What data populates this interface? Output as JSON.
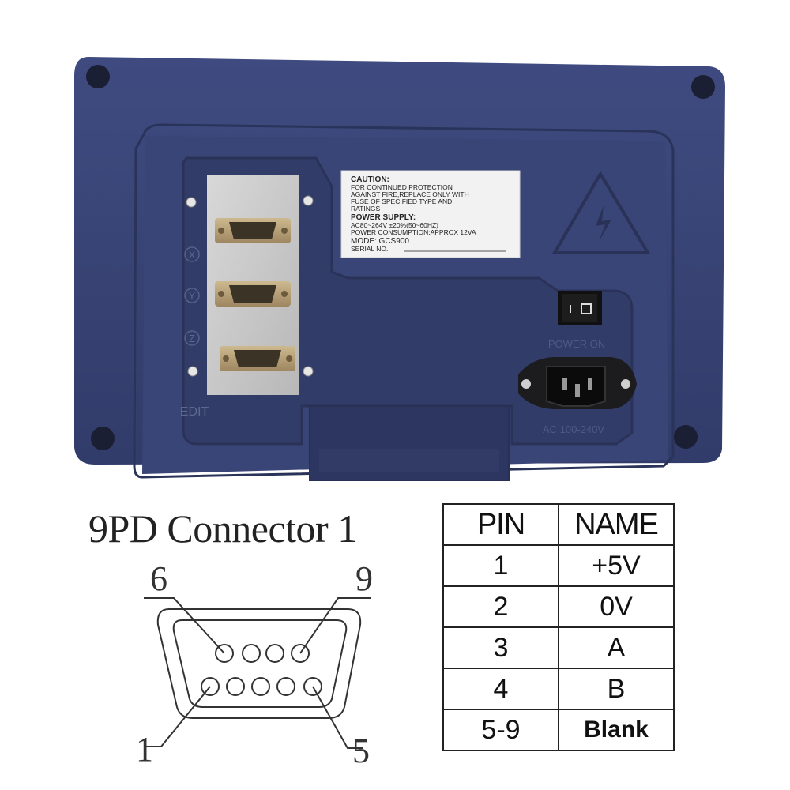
{
  "caution_label": {
    "heading": "CAUTION:",
    "lines": [
      "FOR CONTINUED PROTECTION",
      "AGAINST FIRE,REPLACE ONLY WITH",
      "FUSE OF SPECIFIED TYPE AND",
      "RATINGS"
    ],
    "power_heading": "POWER SUPPLY:",
    "power_lines": [
      "AC80~264V   ±20%(50~60HZ)",
      "POWER CONSUMPTION:APPROX 12VA"
    ],
    "model": "MODE: GCS900",
    "serial": "SERIAL NO.:"
  },
  "port_labels": [
    "X",
    "Y",
    "Z"
  ],
  "panel_marks": {
    "edit": "EDIT",
    "power_on": "POWER ON",
    "ac_rating": "AC 100-240V"
  },
  "connector_title": "9PD Connector 1",
  "pin_numbers": {
    "top_left": "6",
    "top_right": "9",
    "bottom_left": "1",
    "bottom_right": "5"
  },
  "pin_table": {
    "headers": [
      "PIN",
      "NAME"
    ],
    "rows": [
      {
        "pin": "1",
        "name": "+5V"
      },
      {
        "pin": "2",
        "name": "0V"
      },
      {
        "pin": "3",
        "name": "A"
      },
      {
        "pin": "4",
        "name": "B"
      },
      {
        "pin": "5-9",
        "name": "Blank"
      }
    ]
  },
  "colors": {
    "housing": "#3a4677",
    "panel": "#323c69",
    "label_bg": "#f2f2f2",
    "connector_plate": "#c9c9c9",
    "brass": "#b9a27a"
  },
  "icons": [
    "screw-hole-icon",
    "high-voltage-warning-icon",
    "power-switch-icon",
    "power-socket-icon"
  ]
}
